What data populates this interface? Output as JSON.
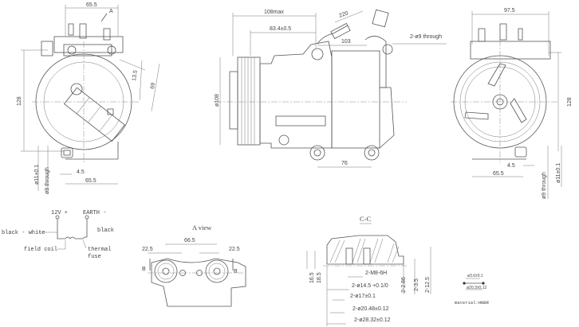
{
  "drawing": {
    "subject": "A/C compressor technical drawing",
    "views": {
      "front_view": {
        "dimensions": {
          "top_width": "65.5",
          "arrow_label": "A",
          "height": "128",
          "diag_1": "13.5",
          "diag_2": "69",
          "bottom_offset": "4.5",
          "bottom_width": "65.5",
          "hole_1": "ø11±0.1",
          "hole_2": "ø9 through"
        }
      },
      "side_view": {
        "dimensions": {
          "overall_length": "108max",
          "pulley_to_port": "83.4±0.5",
          "cable_length": "220",
          "port_offset": "103",
          "mount_spacing": "76",
          "pulley_dia": "ø108",
          "through_holes": "2-ø9 through"
        }
      },
      "rear_view": {
        "dimensions": {
          "top_width": "97.5",
          "height": "128",
          "bottom_offset": "4.5",
          "bottom_width": "65.5",
          "hole_1": "ø9 through",
          "hole_2": "ø11±0.1"
        }
      },
      "wiring": {
        "labels": {
          "pos": "12V +",
          "earth": "EARTH -",
          "wire_left": "black - white",
          "wire_right": "black",
          "coil": "field coil",
          "fuse_1": "thermal",
          "fuse_2": "fuse"
        }
      },
      "a_view": {
        "title": "A view",
        "dimensions": {
          "port_spacing": "66.5",
          "left_offset": "22.5",
          "right_offset": "22.5",
          "section_left": "B",
          "section_right": "B"
        }
      },
      "section_cc": {
        "title": "C-C",
        "dimensions": {
          "h1": "16.5",
          "h2": "18.5",
          "thread": "2-M8-6H",
          "bore_1": "2-ø14.5 +0.1/0",
          "bore_2": "2-ø17±0.1",
          "bore_3": "2-ø20.48±0.12",
          "bore_4": "2-ø28.32±0.12",
          "depth_1": "2-2.86",
          "depth_2": "2-3.5",
          "depth_3": "2-12.5"
        }
      },
      "oring": {
        "labels": {
          "top": "ø3.6±0.1",
          "bottom": "ø20.3±0.12",
          "material": "material:HNBR"
        }
      }
    }
  }
}
